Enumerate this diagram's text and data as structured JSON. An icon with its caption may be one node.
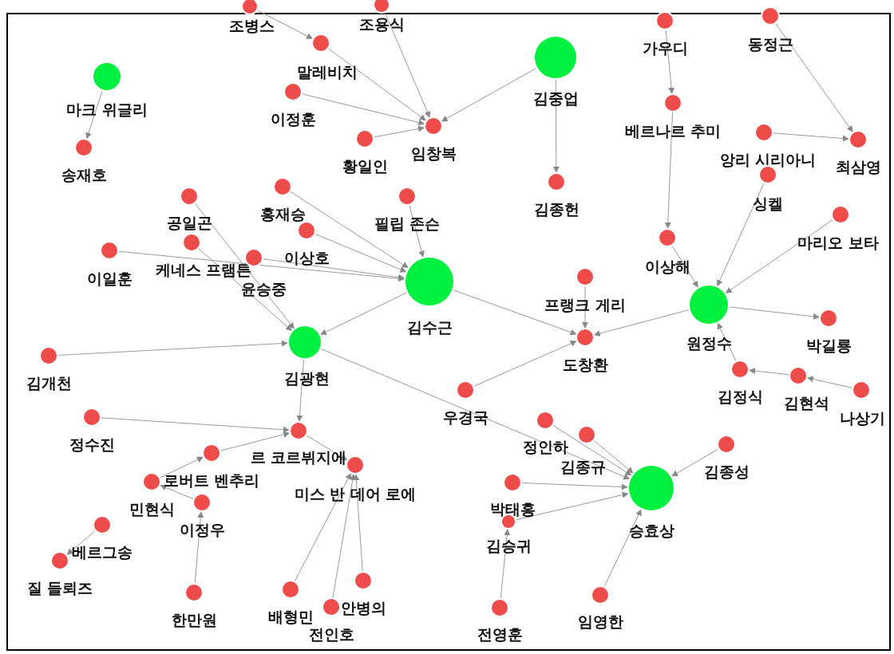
{
  "diagram": {
    "nodes": [
      {
        "text": [
          "조병스"
        ]
      },
      {
        "text": [
          "조용식"
        ]
      },
      {
        "text": [
          "말레비치"
        ]
      },
      {
        "text": [
          "마크 위글리"
        ]
      },
      {
        "text": [
          "김중업"
        ]
      },
      {
        "text": [
          "가우디"
        ]
      },
      {
        "text": [
          "동정근"
        ]
      },
      {
        "text": [
          "이정훈"
        ]
      },
      {
        "text": [
          "임창복"
        ]
      },
      {
        "text": [
          "황일인"
        ]
      },
      {
        "text": [
          "송재호"
        ]
      },
      {
        "text": [
          "김종헌"
        ]
      },
      {
        "text": [
          "베르나르 추미"
        ]
      },
      {
        "text": [
          "앙리 시리아니"
        ]
      },
      {
        "text": [
          "최삼영"
        ]
      },
      {
        "text": [
          "싱켈"
        ]
      },
      {
        "text": [
          "마리오 보타"
        ]
      },
      {
        "text": [
          "필립 존슨"
        ]
      },
      {
        "text": [
          "홍재승"
        ]
      },
      {
        "text": [
          "공일곤"
        ]
      },
      {
        "text": [
          "이상호"
        ]
      },
      {
        "text": [
          "이일훈"
        ]
      },
      {
        "text": [
          "케네스 프램튼"
        ]
      },
      {
        "text": [
          "윤승중"
        ]
      },
      {
        "text": [
          "김수근"
        ]
      },
      {
        "text": [
          "이상해"
        ]
      },
      {
        "text": [
          "프랭크 게리"
        ]
      },
      {
        "text": [
          "원정수"
        ]
      },
      {
        "text": [
          "박길룡"
        ]
      },
      {
        "text": [
          "도창환"
        ]
      },
      {
        "text": [
          "김광현"
        ]
      },
      {
        "text": [
          "김개천"
        ]
      },
      {
        "text": [
          "김정식"
        ]
      },
      {
        "text": [
          "김현석"
        ]
      },
      {
        "text": [
          "나상기"
        ]
      },
      {
        "text": [
          "우경국"
        ]
      },
      {
        "text": [
          "정인하"
        ]
      },
      {
        "text": [
          "김종규"
        ]
      },
      {
        "text": [
          "정수진"
        ]
      },
      {
        "text": [
          "르 코르뷔지에"
        ]
      },
      {
        "text": [
          "김종성"
        ]
      },
      {
        "text": [
          "로버트 벤추리"
        ]
      },
      {
        "text": [
          "미스 반 데어 로에"
        ]
      },
      {
        "text": [
          "승효상"
        ]
      },
      {
        "text": [
          "민현식"
        ]
      },
      {
        "text": [
          "이정우"
        ]
      },
      {
        "text": [
          "베르그송"
        ]
      },
      {
        "text": [
          "질 들뢰즈"
        ]
      },
      {
        "text": [
          "박태홍"
        ]
      },
      {
        "text": [
          "김승귀"
        ]
      },
      {
        "text": [
          "한만원"
        ]
      },
      {
        "text": [
          "배형민"
        ]
      },
      {
        "text": [
          "안병의"
        ]
      },
      {
        "text": [
          "전인호"
        ]
      },
      {
        "text": [
          "임영한"
        ]
      },
      {
        "text": [
          "전영훈"
        ]
      }
    ],
    "edges": [
      {
        "from": 9,
        "to": 8,
        "arrow": "to"
      },
      {
        "from": 7,
        "to": 8,
        "arrow": "to"
      },
      {
        "from": 2,
        "to": 8,
        "arrow": "to"
      },
      {
        "from": 4,
        "to": 8,
        "arrow": "to"
      },
      {
        "from": 0,
        "to": 2,
        "arrow": "to"
      },
      {
        "from": 1,
        "to": 8,
        "arrow": "to"
      },
      {
        "from": 3,
        "to": 10,
        "arrow": "to"
      },
      {
        "from": 17,
        "to": 24,
        "arrow": "to"
      },
      {
        "from": 18,
        "to": 24,
        "arrow": "to"
      },
      {
        "from": 20,
        "to": 24,
        "arrow": "to"
      },
      {
        "from": 23,
        "to": 24,
        "arrow": "to"
      },
      {
        "from": 21,
        "to": 24,
        "arrow": "to"
      },
      {
        "from": 22,
        "to": 30,
        "arrow": "to"
      },
      {
        "from": 19,
        "to": 30,
        "arrow": "to"
      },
      {
        "from": 30,
        "to": 39,
        "arrow": "to"
      },
      {
        "from": 39,
        "to": 42,
        "arrow": "to"
      },
      {
        "from": 41,
        "to": 39,
        "arrow": "to"
      },
      {
        "from": 44,
        "to": 41,
        "arrow": "to"
      },
      {
        "from": 45,
        "to": 44,
        "arrow": "to"
      },
      {
        "from": 46,
        "to": 47,
        "arrow": "to"
      },
      {
        "from": 31,
        "to": 30,
        "arrow": "to"
      },
      {
        "from": 38,
        "to": 39,
        "arrow": "to"
      },
      {
        "from": 24,
        "to": 29,
        "arrow": "to"
      },
      {
        "from": 26,
        "to": 29,
        "arrow": "to"
      },
      {
        "from": 27,
        "to": 29,
        "arrow": "to"
      },
      {
        "from": 25,
        "to": 27,
        "arrow": "to"
      },
      {
        "from": 12,
        "to": 25,
        "arrow": "to"
      },
      {
        "from": 4,
        "to": 11,
        "arrow": "to"
      },
      {
        "from": 5,
        "to": 12,
        "arrow": "to"
      },
      {
        "from": 6,
        "to": 14,
        "arrow": "to"
      },
      {
        "from": 13,
        "to": 14,
        "arrow": "to"
      },
      {
        "from": 15,
        "to": 27,
        "arrow": "to"
      },
      {
        "from": 16,
        "to": 27,
        "arrow": "to"
      },
      {
        "from": 27,
        "to": 28,
        "arrow": "to"
      },
      {
        "from": 32,
        "to": 27,
        "arrow": "to"
      },
      {
        "from": 33,
        "to": 32,
        "arrow": "to"
      },
      {
        "from": 34,
        "to": 33,
        "arrow": "to"
      },
      {
        "from": 35,
        "to": 29,
        "arrow": "to"
      },
      {
        "from": 36,
        "to": 43,
        "arrow": "to"
      },
      {
        "from": 37,
        "to": 43,
        "arrow": "to"
      },
      {
        "from": 48,
        "to": 43,
        "arrow": "to"
      },
      {
        "from": 49,
        "to": 43,
        "arrow": "to"
      },
      {
        "from": 40,
        "to": 43,
        "arrow": "to"
      },
      {
        "from": 54,
        "to": 43,
        "arrow": "to"
      },
      {
        "from": 55,
        "to": 49,
        "arrow": "to"
      },
      {
        "from": 51,
        "to": 42,
        "arrow": "to"
      },
      {
        "from": 52,
        "to": 42,
        "arrow": "to"
      },
      {
        "from": 53,
        "to": 42,
        "arrow": "to"
      },
      {
        "from": 50,
        "to": 45,
        "arrow": "to"
      },
      {
        "from": 24,
        "to": 30,
        "arrow": "to"
      },
      {
        "from": 30,
        "to": 43,
        "arrow": "to"
      }
    ]
  }
}
